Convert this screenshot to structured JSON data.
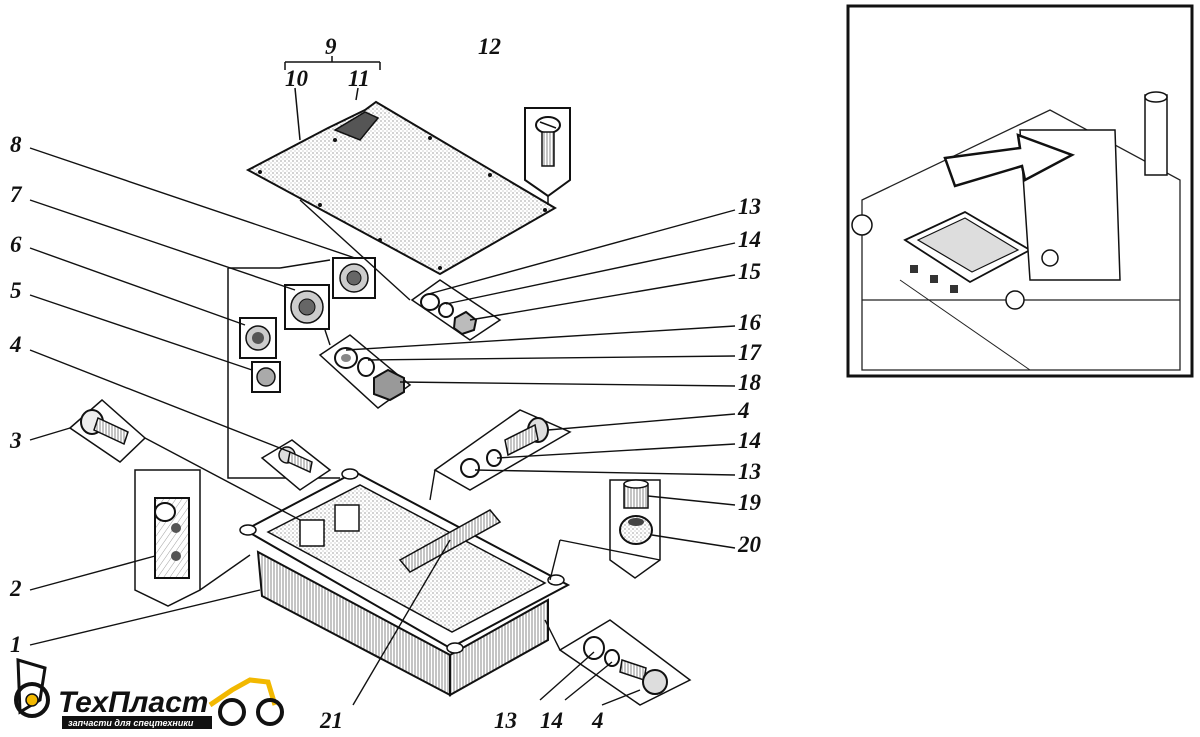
{
  "callouts": {
    "n1": "1",
    "n2": "2",
    "n3": "3",
    "n4a": "4",
    "n4b": "4",
    "n4c": "4",
    "n5": "5",
    "n6": "6",
    "n7": "7",
    "n8": "8",
    "n9": "9",
    "n10": "10",
    "n11": "11",
    "n12": "12",
    "n13a": "13",
    "n13b": "13",
    "n13c": "13",
    "n14a": "14",
    "n14b": "14",
    "n14c": "14",
    "n15": "15",
    "n16": "16",
    "n17": "17",
    "n18": "18",
    "n19": "19",
    "n20": "20",
    "n21": "21"
  },
  "logo": {
    "brand": "ТехПласт",
    "tagline": "запчасти для спецтехники"
  },
  "colors": {
    "ink": "#111111",
    "logo_accent": "#f2b800",
    "paper": "#ffffff"
  }
}
